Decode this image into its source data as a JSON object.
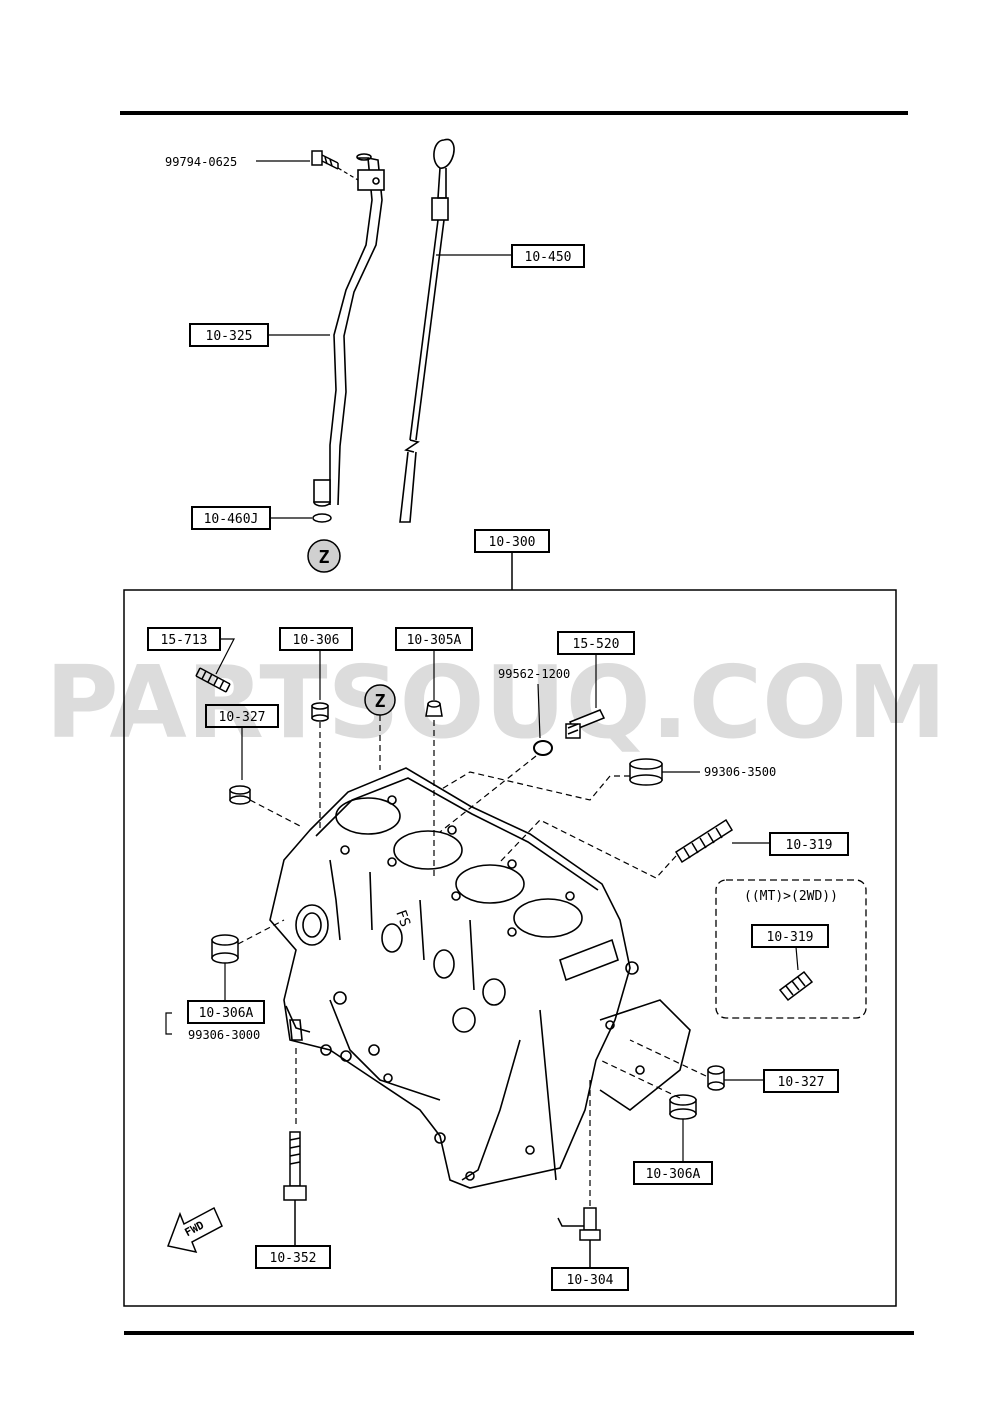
{
  "watermark": "PARTSOUQ.COM",
  "parts": {
    "bolt_99794": "99794-0625",
    "dipstick": "10-450",
    "guide_tube": "10-325",
    "o_ring": "10-460J",
    "cylinder_block": "10-300",
    "bolt_15713": "15-713",
    "plug_10306": "10-306",
    "plug_10305a": "10-305A",
    "washer_99562": "99562-1200",
    "sensor_15520": "15-520",
    "plug_left_10327": "10-327",
    "plug_99306_3500": "99306-3500",
    "stud_10319": "10-319",
    "variant_stud_10319": "10-319",
    "plug_left_10306a": "10-306A",
    "plug_99306_3000": "99306-3000",
    "plug_right_10327": "10-327",
    "plug_right_10306a": "10-306A",
    "bolt_10352": "10-352",
    "drain_10304": "10-304"
  },
  "variant": {
    "condition": "((MT)>(2WD))"
  },
  "markers": {
    "z_top": "Z",
    "z_block": "Z"
  },
  "fwd_label": "FWD"
}
